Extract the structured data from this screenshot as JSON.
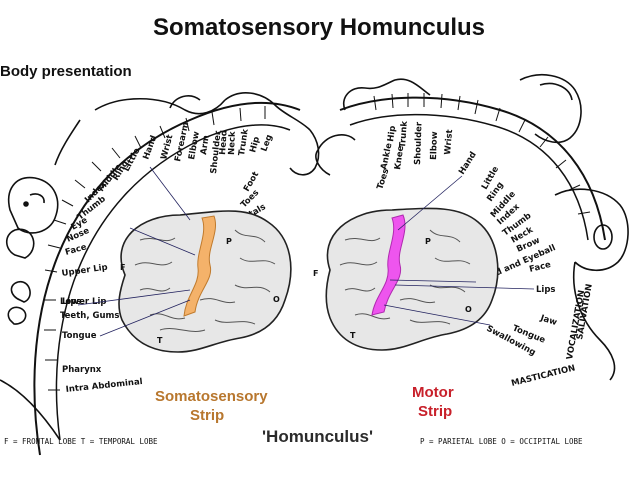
{
  "title": "Somatosensory Homunculus",
  "subtitle": "Body presentation",
  "colors": {
    "sensory_strip": "#f4b26a",
    "motor_strip": "#ee55ee",
    "sensory_text": "#b8772e",
    "motor_text": "#c8202a"
  },
  "sensory": {
    "strip_line1": "Somatosensory",
    "strip_line2": "Strip",
    "arc_labels": [
      "Hand",
      "Little",
      "Ring",
      "Middle",
      "Index",
      "Thumb",
      "Eye",
      "Nose",
      "Face",
      "Upper Lip",
      "Lips"
    ],
    "top_labels": [
      "Wrist",
      "Forearm",
      "Elbow",
      "Arm",
      "Shoulder",
      "Head",
      "Neck",
      "Trunk",
      "Hip",
      "Leg",
      "Foot",
      "Toes",
      "Genitals"
    ],
    "lower_labels": [
      "Lower Lip",
      "Teeth, Gums",
      "Tongue",
      "Pharynx",
      "Intra Abdominal"
    ]
  },
  "motor": {
    "strip_line1": "Motor",
    "strip_line2": "Strip",
    "top_labels": [
      "Toes",
      "Ankle",
      "Knee",
      "Hip",
      "Trunk",
      "Shoulder",
      "Elbow",
      "Wrist",
      "Hand"
    ],
    "arc_labels": [
      "Little",
      "Ring",
      "Middle",
      "Index",
      "Thumb",
      "Neck",
      "Brow",
      "Eyelid and Eyeball",
      "Face",
      "Lips",
      "Jaw",
      "Tongue",
      "Swallowing"
    ],
    "vertical_labels": [
      "SALIVATION",
      "VOCALIZATION"
    ],
    "mastication": "MASTICATION"
  },
  "lobes": {
    "f": "F",
    "t": "T",
    "p": "P",
    "o": "O"
  },
  "center_label": "'Homunculus'",
  "footer_left": "F = FRONTAL LOBE   T = TEMPORAL LOBE",
  "footer_right": "P = PARIETAL LOBE   O = OCCIPITAL LOBE"
}
